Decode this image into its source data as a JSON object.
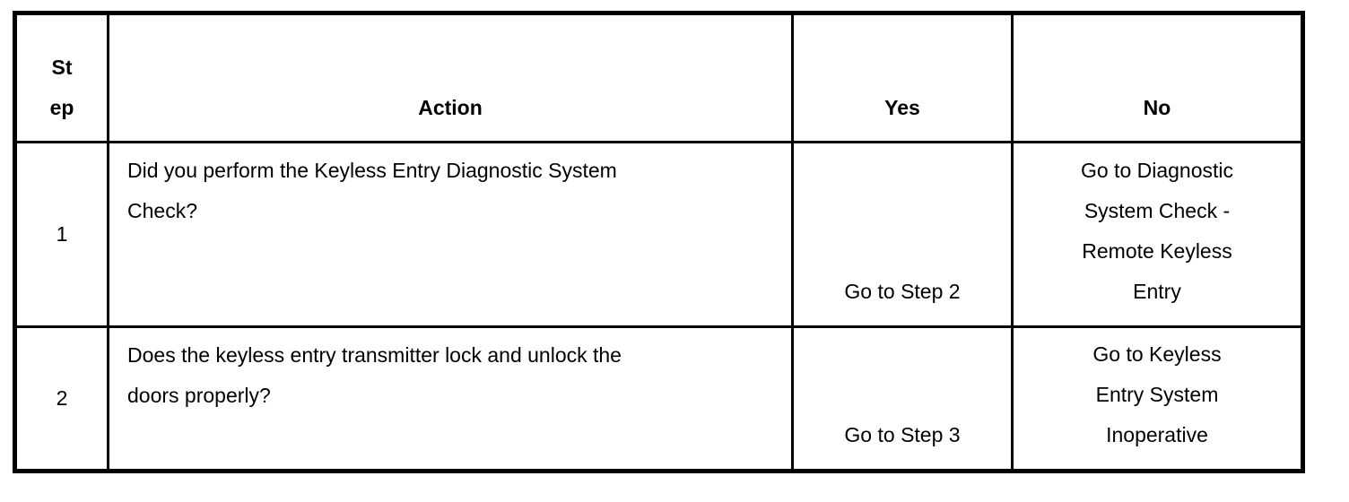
{
  "colors": {
    "background": "#ffffff",
    "border": "#000000",
    "text": "#000000"
  },
  "table": {
    "headers": {
      "step": "St\nep",
      "action": "Action",
      "yes": "Yes",
      "no": "No"
    },
    "rows": [
      {
        "step": "1",
        "action": "Did you perform the Keyless Entry Diagnostic System\nCheck?",
        "yes": "Go to Step 2",
        "no": "Go to Diagnostic\nSystem Check -\nRemote Keyless\nEntry"
      },
      {
        "step": "2",
        "action": "Does the keyless entry transmitter lock and unlock the\ndoors properly?",
        "yes": "Go to Step 3",
        "no": "Go to Keyless\nEntry System\nInoperative"
      }
    ]
  }
}
